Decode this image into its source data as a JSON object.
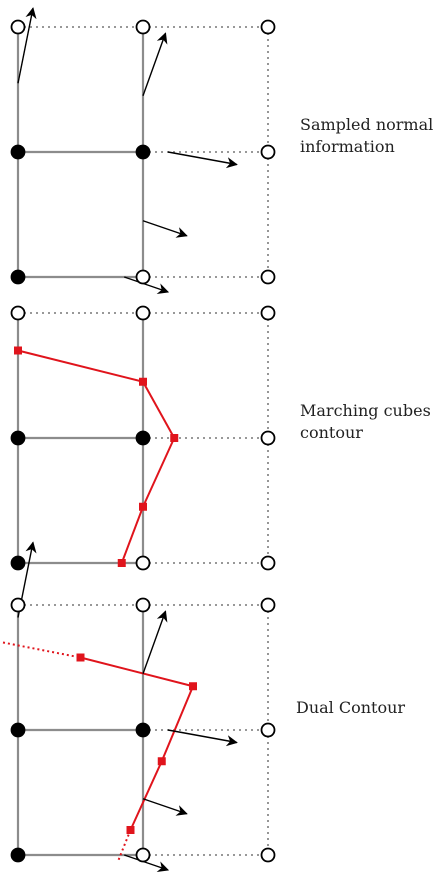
{
  "panels": [
    {
      "label_lines": [
        "Sampled normal",
        "information"
      ],
      "inside": [
        [
          0,
          1
        ],
        [
          1,
          1
        ],
        [
          0,
          2
        ]
      ],
      "solid_edges": [
        [
          0,
          0,
          0,
          2
        ],
        [
          0,
          1,
          1,
          1
        ],
        [
          1,
          0,
          1,
          2
        ],
        [
          0,
          2,
          1,
          2
        ]
      ],
      "normals": [
        [
          0,
          0.45,
          0.12,
          -0.6
        ],
        [
          1,
          0.55,
          0.18,
          -0.5
        ],
        [
          1.2,
          1,
          0.55,
          0.1
        ],
        [
          1,
          1.55,
          0.35,
          0.12
        ],
        [
          0.85,
          2,
          0.35,
          0.12
        ]
      ],
      "contour": [],
      "contour_closed_ends": [],
      "contour_dotted_ends": []
    },
    {
      "label_lines": [
        "Marching cubes",
        "contour"
      ],
      "inside": [
        [
          0,
          1
        ],
        [
          1,
          1
        ],
        [
          0,
          2
        ]
      ],
      "solid_edges": [
        [
          0,
          0,
          0,
          2
        ],
        [
          0,
          1,
          1,
          1
        ],
        [
          1,
          0,
          1,
          2
        ],
        [
          0,
          2,
          1,
          2
        ]
      ],
      "normals": [],
      "contour": [
        [
          0,
          0.3
        ],
        [
          1,
          0.55
        ],
        [
          1.25,
          1
        ],
        [
          1,
          1.55
        ],
        [
          0.83,
          2
        ]
      ],
      "contour_closed_ends": [],
      "contour_dotted_ends": []
    },
    {
      "label_lines": [
        "Dual Contour"
      ],
      "inside": [
        [
          0,
          1
        ],
        [
          1,
          1
        ],
        [
          0,
          2
        ]
      ],
      "solid_edges": [
        [
          0,
          0,
          0,
          2
        ],
        [
          0,
          1,
          1,
          1
        ],
        [
          1,
          0,
          1,
          2
        ],
        [
          0,
          2,
          1,
          2
        ]
      ],
      "normals": [
        [
          0,
          0.1,
          0.12,
          -0.6
        ],
        [
          1,
          0.55,
          0.18,
          -0.5
        ],
        [
          1.2,
          1,
          0.55,
          0.1
        ],
        [
          1,
          1.55,
          0.35,
          0.12
        ],
        [
          0.85,
          2,
          0.35,
          0.12
        ]
      ],
      "contour": [
        [
          -0.12,
          0.3
        ],
        [
          0.5,
          0.42
        ],
        [
          1.4,
          0.65
        ],
        [
          1.15,
          1.25
        ],
        [
          0.9,
          1.8
        ],
        [
          0.8,
          2.05
        ]
      ],
      "contour_closed_ends": [],
      "contour_dotted_ends": [
        0,
        5
      ]
    }
  ],
  "colors": {
    "grid_dotted": "#8a8a8a",
    "grid_solid": "#8c8c8c",
    "contour": "#e0141c",
    "arrow": "#000000",
    "node_fill_inside": "#000000",
    "node_fill_outside": "#ffffff"
  }
}
